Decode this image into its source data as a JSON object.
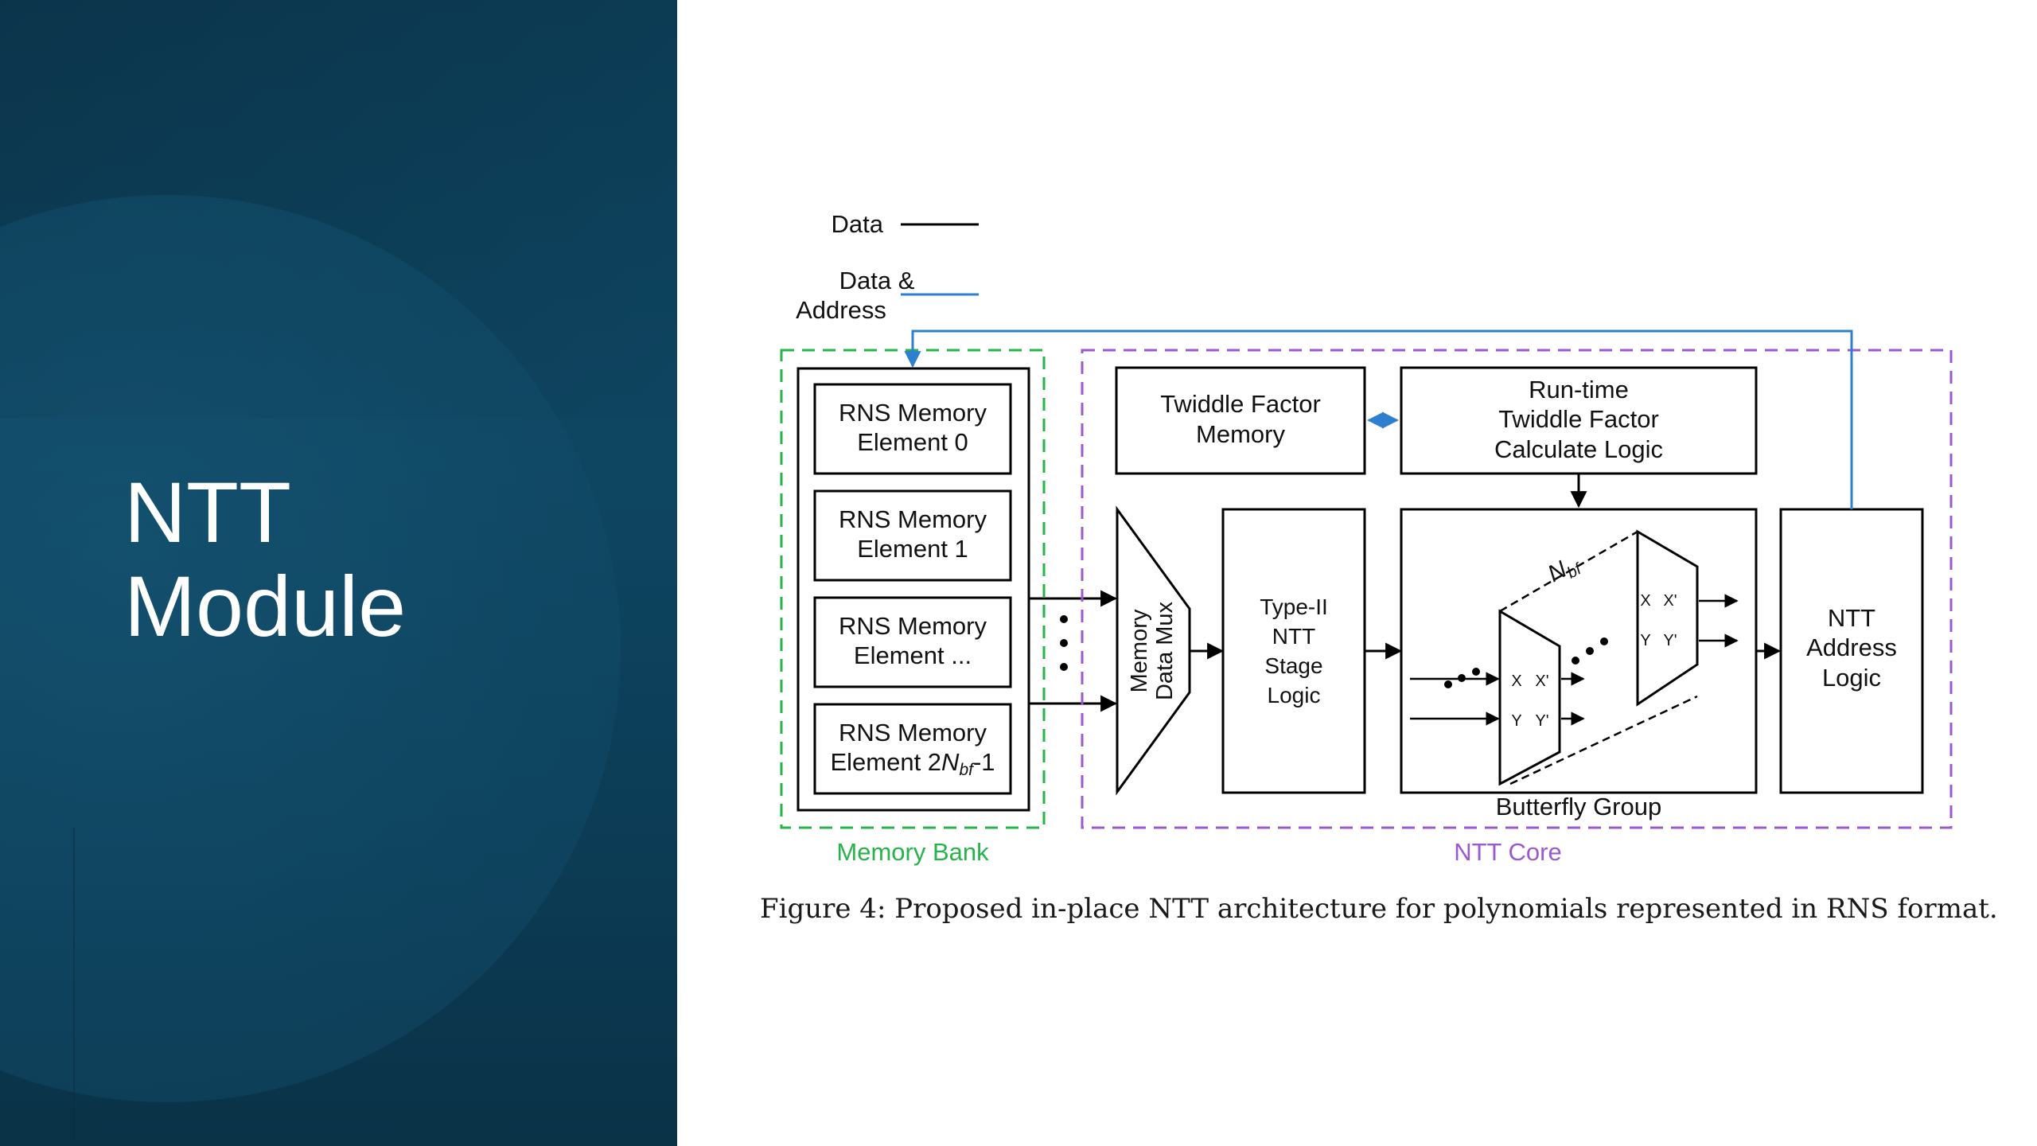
{
  "slide": {
    "title_line1": "NTT",
    "title_line2": "Module"
  },
  "legend": {
    "data_label": "Data",
    "data_address_label_line1": "Data &",
    "data_address_label_line2": "Address",
    "data_color": "#000000",
    "data_address_color": "#2f7fd1"
  },
  "memory_bank": {
    "label": "Memory Bank",
    "color": "#27b34a",
    "elements": [
      {
        "line1": "RNS Memory",
        "line2": "Element 0"
      },
      {
        "line1": "RNS Memory",
        "line2": "Element 1"
      },
      {
        "line1": "RNS Memory",
        "line2": "Element ..."
      },
      {
        "line1": "RNS Memory",
        "line2_prefix": "Element 2",
        "line2_var": "N",
        "line2_sub": "bf",
        "line2_suffix": "-1"
      }
    ]
  },
  "ntt_core": {
    "label": "NTT Core",
    "color": "#9b59d0",
    "twiddle_memory": {
      "line1": "Twiddle Factor",
      "line2": "Memory"
    },
    "runtime_twiddle": {
      "line1": "Run-time",
      "line2": "Twiddle Factor",
      "line3": "Calculate Logic"
    },
    "memory_mux": {
      "line1": "Memory",
      "line2": "Data Mux"
    },
    "stage_logic": {
      "line1": "Type-II",
      "line2": "NTT",
      "line3": "Stage",
      "line4": "Logic"
    },
    "butterfly_group": {
      "label": "Butterfly Group",
      "count_var": "N",
      "count_sub": "bf",
      "unit_x": "X",
      "unit_xp": "X'",
      "unit_y": "Y",
      "unit_yp": "Y'"
    },
    "address_logic": {
      "line1": "NTT",
      "line2": "Address",
      "line3": "Logic"
    }
  },
  "caption": "Figure 4: Proposed in-place NTT architecture for polynomials represented in RNS format."
}
